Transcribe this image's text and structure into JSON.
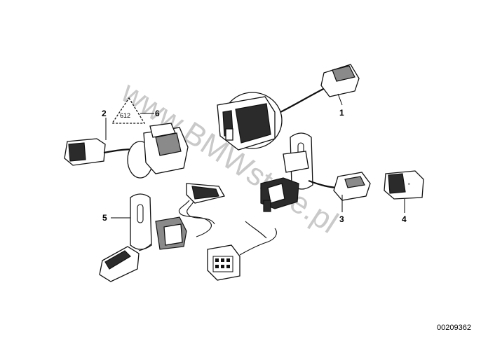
{
  "watermark": "www.BMWstore.pl",
  "document_number": "00209362",
  "callouts": [
    {
      "id": "c1",
      "label": "1"
    },
    {
      "id": "c2",
      "label": "2"
    },
    {
      "id": "c3",
      "label": "3"
    },
    {
      "id": "c4",
      "label": "4"
    },
    {
      "id": "c5",
      "label": "5"
    },
    {
      "id": "c6",
      "label": "6"
    }
  ],
  "warning_sign_text": "612"
}
